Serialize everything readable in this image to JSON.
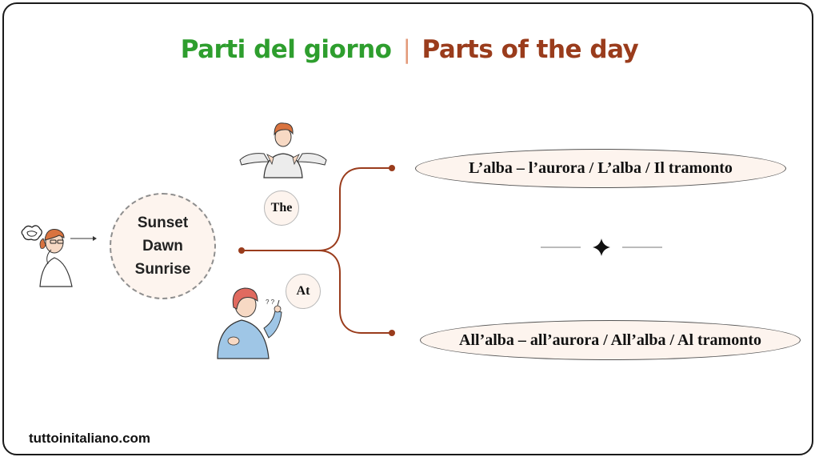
{
  "title": {
    "italian": "Parti del giorno",
    "separator": "|",
    "english": "Parts of the day"
  },
  "center": {
    "words": [
      "Sunset",
      "Dawn",
      "Sunrise"
    ]
  },
  "branches": {
    "top_label": "L’alba – l’aurora / L’alba / Il tramonto",
    "bottom_label": "All’alba – all’aurora / All’alba / Al tramonto"
  },
  "articles": {
    "the": "The",
    "at": "At"
  },
  "divider_icon": "four-point-star-icon",
  "footer": "tuttoinitaliano.com",
  "colors": {
    "italian_title": "#2e9e2e",
    "english_title": "#9a3c1c",
    "separator": "#e39a7a",
    "connector": "#9a3c1c",
    "bubble_fill": "#fdf4ee"
  }
}
